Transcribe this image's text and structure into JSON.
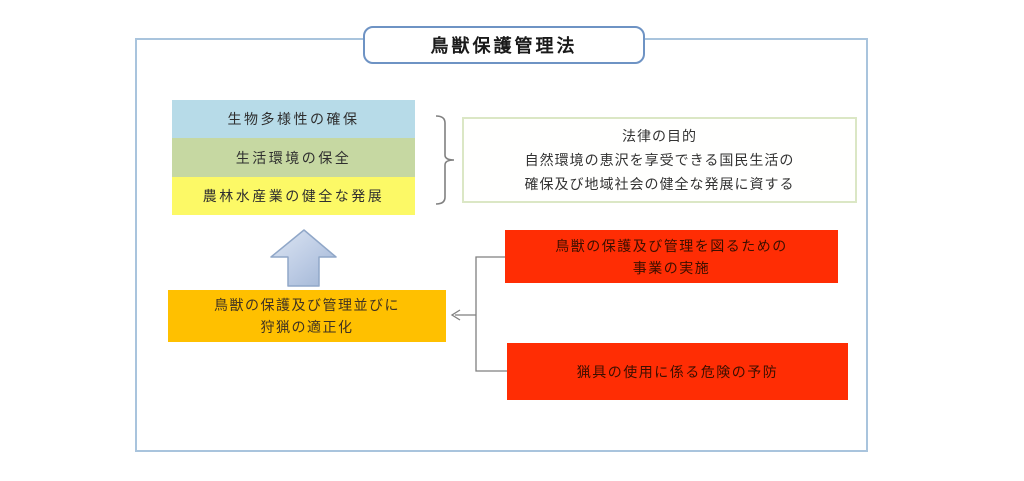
{
  "title": "鳥獣保護管理法",
  "goals": {
    "items": [
      {
        "label": "生物多様性の確保",
        "color": "#b7dbe8"
      },
      {
        "label": "生活環境の保全",
        "color": "#c6d8a2"
      },
      {
        "label": "農林水産業の健全な発展",
        "color": "#fcf966"
      }
    ]
  },
  "purpose": {
    "line1": "法律の目的",
    "line2": "自然環境の恵沢を享受できる国民生活の",
    "line3": "確保及び地域社会の健全な発展に資する",
    "border_color": "#dbe7c5"
  },
  "means": {
    "line1": "鳥獣の保護及び管理並びに",
    "line2": "狩猟の適正化",
    "color": "#ffc000"
  },
  "measures": [
    {
      "line1": "鳥獣の保護及び管理を図るための",
      "line2": "事業の実施",
      "color": "#ff2d04"
    },
    {
      "line1": "猟具の使用に係る危険の予防",
      "color": "#ff2d04"
    }
  ],
  "frame_color": "#a9c4dd",
  "title_border_color": "#6e93c4",
  "arrow_color": "#b9c9e2",
  "connector_color": "#7f7f7f"
}
